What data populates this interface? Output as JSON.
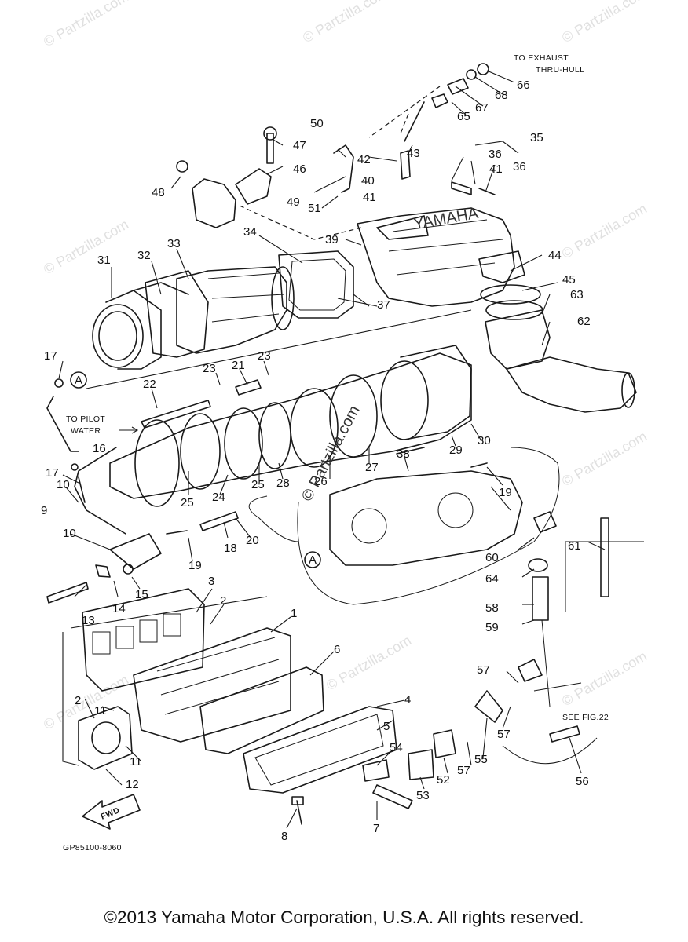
{
  "diagram": {
    "code": "GP85100-8060",
    "fwd_label": "FWD",
    "notes": {
      "exhaust": [
        "TO EXHAUST",
        "THRU-HULL"
      ],
      "pilot": [
        "TO PILOT",
        "WATER"
      ],
      "see_fig": "SEE FIG.22"
    },
    "ref_marker": "A",
    "watermark": "© Partzilla.com",
    "watermark_short": "© Partzilla.com",
    "part_numbers": [
      "1",
      "2",
      "3",
      "4",
      "5",
      "6",
      "7",
      "8",
      "9",
      "10",
      "11",
      "12",
      "13",
      "14",
      "15",
      "16",
      "17",
      "18",
      "19",
      "20",
      "21",
      "22",
      "23",
      "24",
      "25",
      "26",
      "27",
      "28",
      "29",
      "30",
      "31",
      "32",
      "33",
      "34",
      "35",
      "36",
      "37",
      "38",
      "39",
      "40",
      "41",
      "42",
      "43",
      "44",
      "45",
      "46",
      "47",
      "48",
      "49",
      "50",
      "51",
      "52",
      "53",
      "54",
      "55",
      "56",
      "57",
      "58",
      "59",
      "60",
      "61",
      "62",
      "63",
      "64",
      "65",
      "66",
      "67",
      "68"
    ]
  },
  "footer": {
    "copyright": "©2013  Yamaha Motor Corporation, U.S.A. All rights reserved."
  }
}
